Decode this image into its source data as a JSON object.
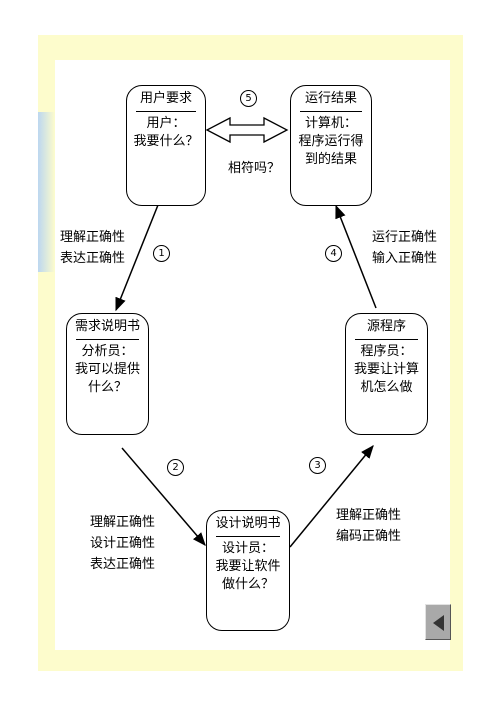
{
  "nodes": {
    "user": {
      "title": "用户要求",
      "body": "用户：\n我要什么？"
    },
    "result": {
      "title": "运行结果",
      "body": "计算机：\n程序运行得\n到的结果"
    },
    "spec": {
      "title": "需求说明书",
      "body": "分析员：\n我可以提供\n什么？"
    },
    "source": {
      "title": "源程序",
      "body": "程序员：\n我要让计算\n机怎么做"
    },
    "design": {
      "title": "设计说明书",
      "body": "设计员：\n我要让软件\n做什么？"
    }
  },
  "edges": {
    "e1": {
      "number": "1",
      "label": "理解正确性\n表达正确性"
    },
    "e2": {
      "number": "2",
      "label": "理解正确性\n设计正确性\n表达正确性"
    },
    "e3": {
      "number": "3",
      "label": "理解正确性\n编码正确性"
    },
    "e4": {
      "number": "4",
      "label": "运行正确性\n输入正确性"
    },
    "e5": {
      "number": "5",
      "label": "相符吗？"
    }
  },
  "colors": {
    "slide_bg": "#fdfccc",
    "panel_bg": "#ffffff",
    "stroke": "#000000",
    "button": "#a9a9a9"
  },
  "icons": {
    "back": "left-triangle-icon"
  }
}
